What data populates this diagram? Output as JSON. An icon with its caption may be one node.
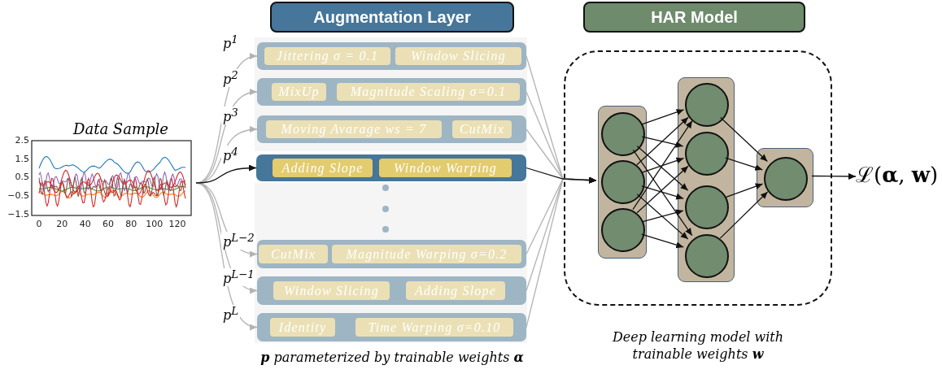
{
  "diagram": {
    "nodes": [
      {
        "text": [
          "Data Sample"
        ]
      },
      {
        "text": [
          "Augmentation Layer"
        ]
      },
      {
        "text": [],
        "shape": "box"
      },
      {
        "text": [
          "Jittering σ = 0.1"
        ],
        "in": 2
      },
      {
        "text": [
          "Window Slicing"
        ],
        "in": 2
      },
      {
        "text": [],
        "shape": "box"
      },
      {
        "text": [
          "MixUp"
        ],
        "in": 5
      },
      {
        "text": [
          "Magnitude Scaling σ=0.1"
        ],
        "in": 5
      },
      {
        "text": [],
        "shape": "box"
      },
      {
        "text": [
          "Moving Avarage ws = 7"
        ],
        "in": 8
      },
      {
        "text": [
          "CutMix"
        ],
        "in": 8
      },
      {
        "text": [],
        "shape": "box"
      },
      {
        "text": [
          "Adding Slope"
        ],
        "in": 11
      },
      {
        "text": [
          "Window Warping"
        ],
        "in": 11
      },
      {
        "text": [],
        "shape": "box"
      },
      {
        "text": [
          "CutMix"
        ],
        "in": 14
      },
      {
        "text": [
          "Magnitude Warping σ=0.2"
        ],
        "in": 14
      },
      {
        "text": [],
        "shape": "box"
      },
      {
        "text": [
          "Window Slicing"
        ],
        "in": 17
      },
      {
        "text": [
          "Adding Slope"
        ],
        "in": 17
      },
      {
        "text": [],
        "shape": "box"
      },
      {
        "text": [
          "Identity"
        ],
        "in": 20
      },
      {
        "text": [
          "Time Warping σ=0.10"
        ],
        "in": 20
      },
      {
        "text": [
          "HAR Model"
        ]
      },
      {
        "text": [],
        "shape": "box",
        "beside": [
          "Deep learning model with trainable weights **w**"
        ]
      },
      {
        "text": [],
        "shape": "box",
        "in": 24
      },
      {
        "text": [],
        "shape": "circle",
        "in": 25
      },
      {
        "text": [],
        "shape": "circle",
        "in": 25
      },
      {
        "text": [],
        "shape": "circle",
        "in": 25
      },
      {
        "text": [],
        "shape": "box",
        "in": 24
      },
      {
        "text": [],
        "shape": "circle",
        "in": 29
      },
      {
        "text": [],
        "shape": "circle",
        "in": 29
      },
      {
        "text": [],
        "shape": "circle",
        "in": 29
      },
      {
        "text": [],
        "shape": "circle",
        "in": 29
      },
      {
        "text": [],
        "shape": "box",
        "in": 24
      },
      {
        "text": [],
        "shape": "circle",
        "in": 34
      },
      {
        "text": [
          "ℒ(**α**, **w**)"
        ]
      }
    ],
    "edges": [
      {
        "from": 0,
        "to": 2,
        "arrow": "to",
        "label": "p$^{1}$",
        "color": "#b3b3b3"
      },
      {
        "from": 0,
        "to": 5,
        "arrow": "to",
        "label": "p$^{2}$",
        "color": "#b3b3b3"
      },
      {
        "from": 0,
        "to": 8,
        "arrow": "to",
        "label": "p$^{3}$",
        "color": "#b3b3b3"
      },
      {
        "from": 0,
        "to": 11,
        "arrow": "to",
        "label": "p$^{4}$"
      },
      {
        "from": 0,
        "to": 14,
        "arrow": "to",
        "label": "p$^{L−2}$",
        "color": "#b3b3b3"
      },
      {
        "from": 0,
        "to": 17,
        "arrow": "to",
        "label": "p$^{L−1}$",
        "color": "#b3b3b3"
      },
      {
        "from": 0,
        "to": 20,
        "arrow": "to",
        "label": "p$^{L}$",
        "color": "#b3b3b3"
      },
      {
        "from": 2,
        "to": 25,
        "arrow": "to",
        "color": "#b3b3b3"
      },
      {
        "from": 5,
        "to": 25,
        "arrow": "to",
        "color": "#b3b3b3"
      },
      {
        "from": 8,
        "to": 25,
        "arrow": "to",
        "color": "#b3b3b3"
      },
      {
        "from": 14,
        "to": 25,
        "arrow": "to",
        "color": "#b3b3b3"
      },
      {
        "from": 17,
        "to": 25,
        "arrow": "to",
        "color": "#b3b3b3"
      },
      {
        "from": 20,
        "to": 25,
        "arrow": "to",
        "color": "#b3b3b3"
      },
      {
        "from": 11,
        "to": 25,
        "arrow": "to"
      },
      {
        "from": 26,
        "to": 30,
        "arrow": "to"
      },
      {
        "from": 26,
        "to": 31,
        "arrow": "to"
      },
      {
        "from": 26,
        "to": 32,
        "arrow": "to"
      },
      {
        "from": 26,
        "to": 33,
        "arrow": "to"
      },
      {
        "from": 27,
        "to": 30,
        "arrow": "to"
      },
      {
        "from": 27,
        "to": 31,
        "arrow": "to"
      },
      {
        "from": 27,
        "to": 32,
        "arrow": "to"
      },
      {
        "from": 27,
        "to": 33,
        "arrow": "to"
      },
      {
        "from": 28,
        "to": 30,
        "arrow": "to"
      },
      {
        "from": 28,
        "to": 31,
        "arrow": "to"
      },
      {
        "from": 28,
        "to": 32,
        "arrow": "to"
      },
      {
        "from": 28,
        "to": 33,
        "arrow": "to"
      },
      {
        "from": 30,
        "to": 35,
        "arrow": "to"
      },
      {
        "from": 31,
        "to": 35,
        "arrow": "to"
      },
      {
        "from": 32,
        "to": 35,
        "arrow": "to"
      },
      {
        "from": 33,
        "to": 35,
        "arrow": "to"
      },
      {
        "from": 34,
        "to": 36,
        "arrow": "to"
      }
    ],
    "labels": [
      "2.5",
      "1.5",
      "0.5",
      "−0.5",
      "−1.5",
      "0",
      "20",
      "40",
      "60",
      "80",
      "100",
      "120",
      "**p** parameterized by trainable weights **α**"
    ]
  }
}
